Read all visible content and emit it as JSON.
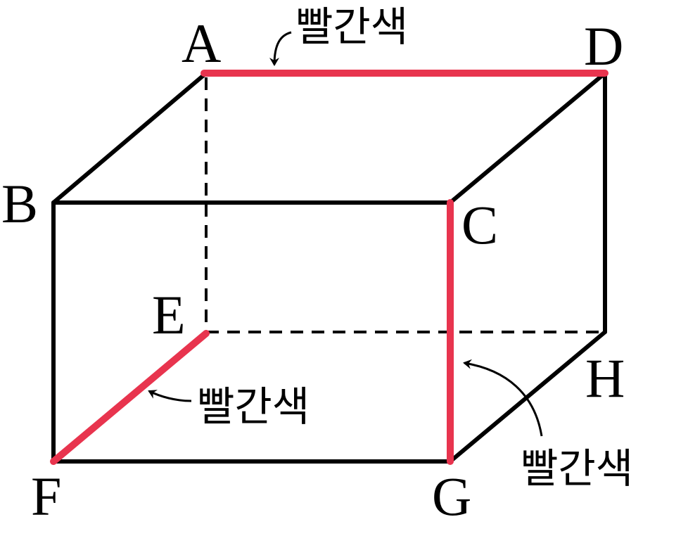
{
  "vertices": {
    "A": "A",
    "B": "B",
    "C": "C",
    "D": "D",
    "E": "E",
    "F": "F",
    "G": "G",
    "H": "H"
  },
  "annotations": {
    "top": "빨간색",
    "middle": "빨간색",
    "right": "빨간색"
  },
  "colors": {
    "highlight": "#e8344e",
    "line": "#000000"
  }
}
